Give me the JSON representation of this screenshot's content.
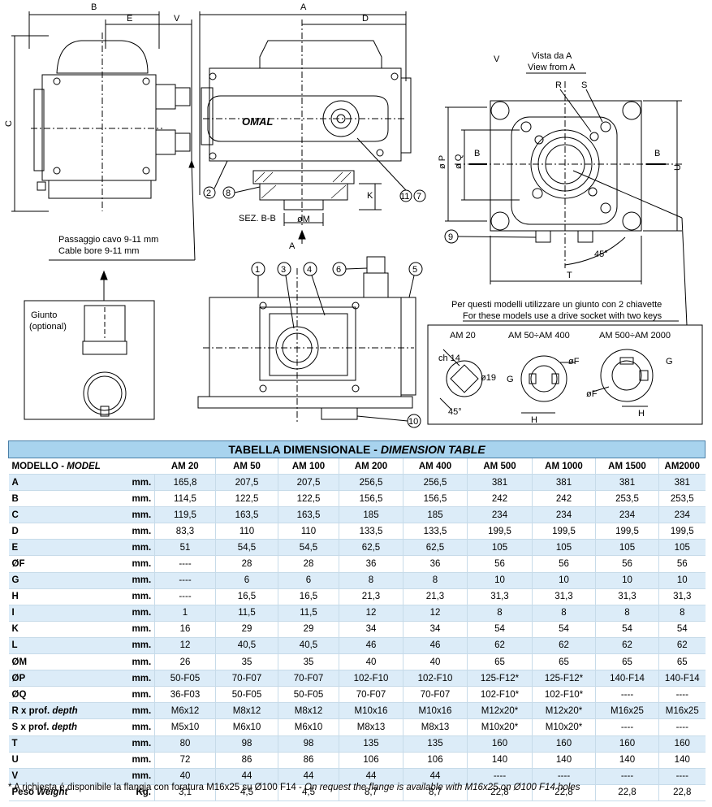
{
  "drawing": {
    "dim_labels": {
      "B": "B",
      "E": "E",
      "V": "V",
      "A": "A",
      "D": "D",
      "C": "C",
      "K": "K",
      "M": "øM",
      "P": "ø P",
      "Q": "ø Q",
      "T": "T",
      "U": "U",
      "B_left": "B",
      "B_right": "B",
      "R": "R",
      "S": "S",
      "A_arrow": "A",
      "angle": "45°",
      "V_small": "V"
    },
    "section_label": "SEZ. B-B",
    "view_from": [
      "Vista da A",
      "View from A"
    ],
    "cable_bore": [
      "Passaggio cavo 9-11 mm",
      "Cable bore 9-11 mm"
    ],
    "giunto": [
      "Giunto",
      "(optional)"
    ],
    "brand": "OMAL",
    "callouts": [
      "1",
      "2",
      "3",
      "4",
      "5",
      "6",
      "7",
      "8",
      "9",
      "10",
      "11"
    ],
    "drive_note": [
      "Per questi modelli utilizzare un giunto con 2 chiavette",
      "For these models use a drive socket with two keys"
    ],
    "drive_models": [
      "AM 20",
      "AM 50÷AM 400",
      "AM 500÷AM 2000"
    ],
    "drive_dims": {
      "ch": "ch 14",
      "d19": "ø19",
      "F1": "øF",
      "G1": "G",
      "H1": "H",
      "F2": "øF",
      "G2": "G",
      "H2": "H",
      "a45": "45°"
    }
  },
  "table": {
    "title_it": "TABELLA DIMENSIONALE",
    "title_sep": " - ",
    "title_en": "DIMENSION TABLE",
    "model_label_it": "MODELLO - ",
    "model_label_en": "MODEL",
    "models": [
      "AM 20",
      "AM 50",
      "AM 100",
      "AM 200",
      "AM 400",
      "AM 500",
      "AM 1000",
      "AM 1500",
      "AM2000"
    ],
    "rows": [
      {
        "label": "A",
        "label_en": "",
        "unit": "mm.",
        "values": [
          "165,8",
          "207,5",
          "207,5",
          "256,5",
          "256,5",
          "381",
          "381",
          "381",
          "381"
        ]
      },
      {
        "label": "B",
        "label_en": "",
        "unit": "mm.",
        "values": [
          "114,5",
          "122,5",
          "122,5",
          "156,5",
          "156,5",
          "242",
          "242",
          "253,5",
          "253,5"
        ]
      },
      {
        "label": "C",
        "label_en": "",
        "unit": "mm.",
        "values": [
          "119,5",
          "163,5",
          "163,5",
          "185",
          "185",
          "234",
          "234",
          "234",
          "234"
        ]
      },
      {
        "label": "D",
        "label_en": "",
        "unit": "mm.",
        "values": [
          "83,3",
          "110",
          "110",
          "133,5",
          "133,5",
          "199,5",
          "199,5",
          "199,5",
          "199,5"
        ]
      },
      {
        "label": "E",
        "label_en": "",
        "unit": "mm.",
        "values": [
          "51",
          "54,5",
          "54,5",
          "62,5",
          "62,5",
          "105",
          "105",
          "105",
          "105"
        ]
      },
      {
        "label": "ØF",
        "label_en": "",
        "unit": "mm.",
        "values": [
          "----",
          "28",
          "28",
          "36",
          "36",
          "56",
          "56",
          "56",
          "56"
        ]
      },
      {
        "label": "G",
        "label_en": "",
        "unit": "mm.",
        "values": [
          "----",
          "6",
          "6",
          "8",
          "8",
          "10",
          "10",
          "10",
          "10"
        ]
      },
      {
        "label": "H",
        "label_en": "",
        "unit": "mm.",
        "values": [
          "----",
          "16,5",
          "16,5",
          "21,3",
          "21,3",
          "31,3",
          "31,3",
          "31,3",
          "31,3"
        ]
      },
      {
        "label": "I",
        "label_en": "",
        "unit": "mm.",
        "values": [
          "1",
          "11,5",
          "11,5",
          "12",
          "12",
          "8",
          "8",
          "8",
          "8"
        ]
      },
      {
        "label": "K",
        "label_en": "",
        "unit": "mm.",
        "values": [
          "16",
          "29",
          "29",
          "34",
          "34",
          "54",
          "54",
          "54",
          "54"
        ]
      },
      {
        "label": "L",
        "label_en": "",
        "unit": "mm.",
        "values": [
          "12",
          "40,5",
          "40,5",
          "46",
          "46",
          "62",
          "62",
          "62",
          "62"
        ]
      },
      {
        "label": "ØM",
        "label_en": "",
        "unit": "mm.",
        "values": [
          "26",
          "35",
          "35",
          "40",
          "40",
          "65",
          "65",
          "65",
          "65"
        ]
      },
      {
        "label": "ØP",
        "label_en": "",
        "unit": "mm.",
        "values": [
          "50-F05",
          "70-F07",
          "70-F07",
          "102-F10",
          "102-F10",
          "125-F12*",
          "125-F12*",
          "140-F14",
          "140-F14"
        ]
      },
      {
        "label": "ØQ",
        "label_en": "",
        "unit": "mm.",
        "values": [
          "36-F03",
          "50-F05",
          "50-F05",
          "70-F07",
          "70-F07",
          "102-F10*",
          "102-F10*",
          "----",
          "----"
        ]
      },
      {
        "label": "R x prof. ",
        "label_en": "depth",
        "unit": "mm.",
        "values": [
          "M6x12",
          "M8x12",
          "M8x12",
          "M10x16",
          "M10x16",
          "M12x20*",
          "M12x20*",
          "M16x25",
          "M16x25"
        ]
      },
      {
        "label": "S x prof. ",
        "label_en": "depth",
        "unit": "mm.",
        "values": [
          "M5x10",
          "M6x10",
          "M6x10",
          "M8x13",
          "M8x13",
          "M10x20*",
          "M10x20*",
          "----",
          "----"
        ]
      },
      {
        "label": "T",
        "label_en": "",
        "unit": "mm.",
        "values": [
          "80",
          "98",
          "98",
          "135",
          "135",
          "160",
          "160",
          "160",
          "160"
        ]
      },
      {
        "label": "U",
        "label_en": "",
        "unit": "mm.",
        "values": [
          "72",
          "86",
          "86",
          "106",
          "106",
          "140",
          "140",
          "140",
          "140"
        ]
      },
      {
        "label": "V",
        "label_en": "",
        "unit": "mm.",
        "values": [
          "40",
          "44",
          "44",
          "44",
          "44",
          "----",
          "----",
          "----",
          "----"
        ]
      },
      {
        "label": "Peso ",
        "label_en": "Weight",
        "unit": "Kg.",
        "values": [
          "3,1",
          "4,5",
          "4,5",
          "8,7",
          "8,7",
          "22,8",
          "22,8",
          "22,8",
          "22,8"
        ]
      }
    ],
    "footnote_it": "* A richiesta é disponibile la flangia con foratura M16x25 su Ø100 F14 - ",
    "footnote_en": "On request the flange is available with M16x25 on Ø100 F14 holes"
  }
}
